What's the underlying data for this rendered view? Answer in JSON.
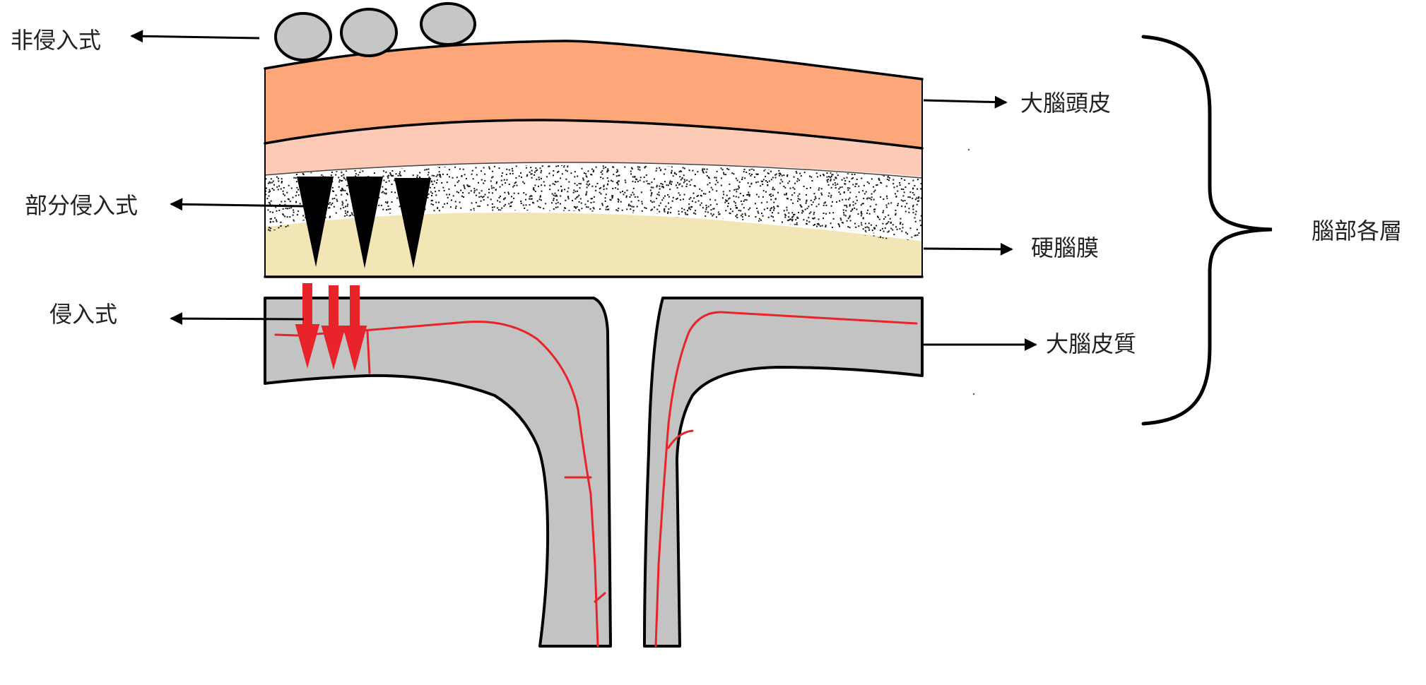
{
  "labels": {
    "non_invasive": "非侵入式",
    "partially_invasive": "部分侵入式",
    "invasive": "侵入式",
    "scalp": "大腦頭皮",
    "dura_mater": "硬腦膜",
    "cortex": "大腦皮質",
    "brain_layers": "腦部各層"
  },
  "colors": {
    "scalp": "#fda67a",
    "skin_pink": "#fdcab5",
    "dura": "#f2e6b7",
    "cortex_gray": "#c3c3c3",
    "electrode_gray": "#c6c6c6",
    "vessel_red": "#e8232a",
    "outline": "#000000"
  }
}
